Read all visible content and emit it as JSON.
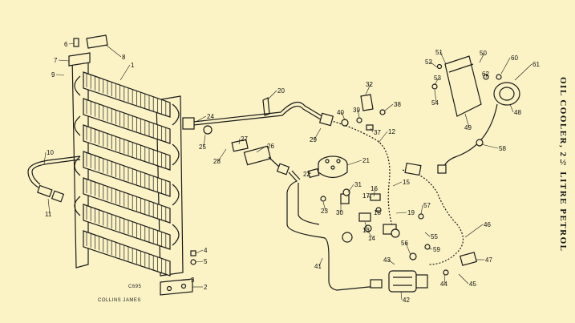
{
  "diagram": {
    "title": "OIL COOLER, 2½ LITRE PETROL",
    "plate_code": "C695",
    "credit": "COLLINS JAMES",
    "colors": {
      "background": "#fbf3c6",
      "ink": "#1a1a1a"
    },
    "callouts": [
      {
        "n": "1"
      },
      {
        "n": "2"
      },
      {
        "n": "3"
      },
      {
        "n": "4"
      },
      {
        "n": "5"
      },
      {
        "n": "6"
      },
      {
        "n": "7"
      },
      {
        "n": "8"
      },
      {
        "n": "9"
      },
      {
        "n": "10"
      },
      {
        "n": "11"
      },
      {
        "n": "12"
      },
      {
        "n": "13"
      },
      {
        "n": "14"
      },
      {
        "n": "15"
      },
      {
        "n": "16"
      },
      {
        "n": "17"
      },
      {
        "n": "18"
      },
      {
        "n": "19"
      },
      {
        "n": "20"
      },
      {
        "n": "21"
      },
      {
        "n": "22"
      },
      {
        "n": "23"
      },
      {
        "n": "24"
      },
      {
        "n": "25"
      },
      {
        "n": "26"
      },
      {
        "n": "27"
      },
      {
        "n": "28"
      },
      {
        "n": "29"
      },
      {
        "n": "30"
      },
      {
        "n": "31"
      },
      {
        "n": "32"
      },
      {
        "n": "37"
      },
      {
        "n": "38"
      },
      {
        "n": "39"
      },
      {
        "n": "40"
      },
      {
        "n": "41"
      },
      {
        "n": "42"
      },
      {
        "n": "43"
      },
      {
        "n": "44"
      },
      {
        "n": "45"
      },
      {
        "n": "46"
      },
      {
        "n": "47"
      },
      {
        "n": "48"
      },
      {
        "n": "49"
      },
      {
        "n": "50"
      },
      {
        "n": "51"
      },
      {
        "n": "52"
      },
      {
        "n": "53"
      },
      {
        "n": "54"
      },
      {
        "n": "55"
      },
      {
        "n": "56"
      },
      {
        "n": "57"
      },
      {
        "n": "58"
      },
      {
        "n": "59"
      },
      {
        "n": "60"
      },
      {
        "n": "61"
      },
      {
        "n": "62"
      }
    ]
  }
}
